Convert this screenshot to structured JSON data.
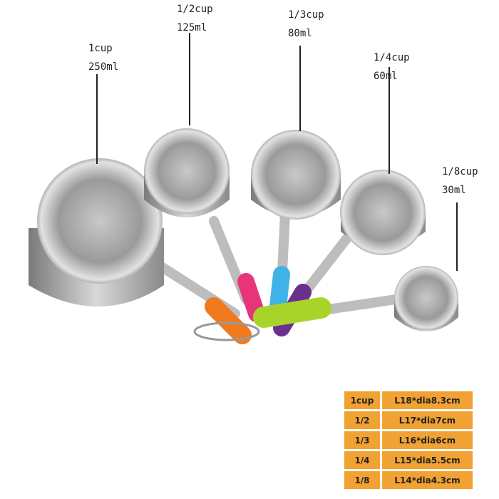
{
  "labels": [
    {
      "cup": "1cup",
      "ml": "250ml"
    },
    {
      "cup": "1/2cup",
      "ml": "125ml"
    },
    {
      "cup": "1/3cup",
      "ml": "80ml"
    },
    {
      "cup": "1/4cup",
      "ml": "60ml"
    },
    {
      "cup": "1/8cup",
      "ml": "30ml"
    }
  ],
  "size_table": [
    {
      "size": "1cup",
      "dims": "L18*dia8.3cm"
    },
    {
      "size": "1/2",
      "dims": "L17*dia7cm"
    },
    {
      "size": "1/3",
      "dims": "L16*dia6cm"
    },
    {
      "size": "1/4",
      "dims": "L15*dia5.5cm"
    },
    {
      "size": "1/8",
      "dims": "L14*dia4.3cm"
    }
  ],
  "colors": {
    "table_bg": "#f1a233",
    "grips": [
      "#f07a1e",
      "#e8357a",
      "#3fb3e6",
      "#6a2f8f",
      "#a8d42a"
    ]
  }
}
